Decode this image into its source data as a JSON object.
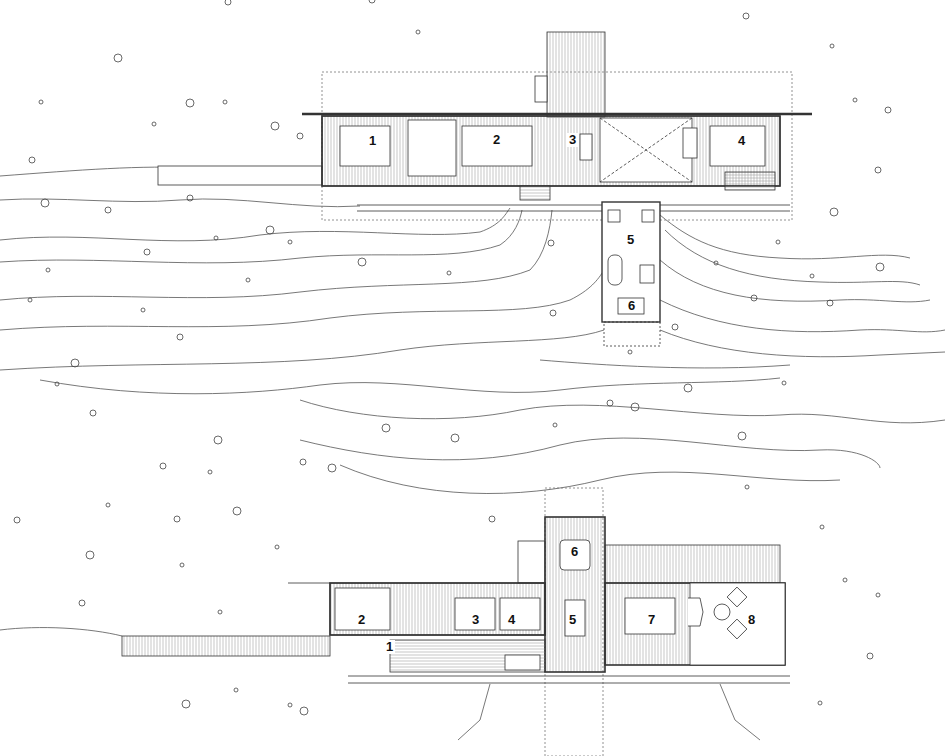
{
  "diagram": {
    "labels": [
      "1",
      "2",
      "3",
      "4",
      "5",
      "6",
      "1",
      "2",
      "3",
      "4",
      "5",
      "6",
      "7",
      "8"
    ]
  }
}
